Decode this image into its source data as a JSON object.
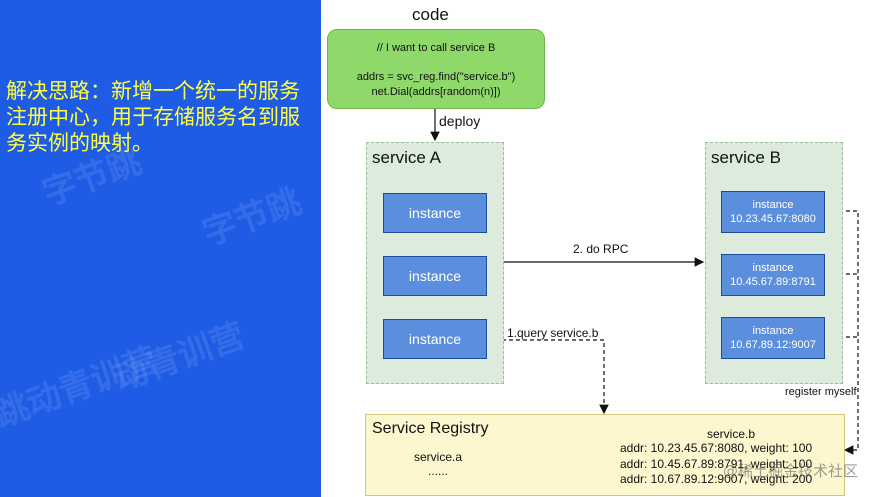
{
  "left_panel": {
    "text": "解决思路：新增一个统一的服务注册中心，用于存储服务名到服务实例的映射。",
    "watermarks": [
      "字节跳",
      "跳动青训营",
      "字节跳",
      "动青训营"
    ]
  },
  "code": {
    "title": "code",
    "comment": "// I want to call service B",
    "line1": "addrs = svc_reg.find(\"service.b\")",
    "line2": "net.Dial(addrs[random(n)])"
  },
  "deploy_label": "deploy",
  "service_a": {
    "title": "service A",
    "instances": [
      "instance",
      "instance",
      "instance"
    ]
  },
  "service_b": {
    "title": "service B",
    "instances": [
      {
        "label": "instance",
        "addr": "10.23.45.67:8080"
      },
      {
        "label": "instance",
        "addr": "10.45.67.89:8791"
      },
      {
        "label": "instance",
        "addr": "10.67.89.12:9007"
      }
    ]
  },
  "arrows": {
    "rpc": "2. do RPC",
    "query": "1.query service.b",
    "register": "register myself"
  },
  "registry": {
    "title": "Service Registry",
    "service_a_entry": "service.a",
    "ellipsis": "......",
    "service_b_name": "service.b",
    "entries": [
      "addr: 10.23.45.67:8080, weight: 100",
      "addr: 10.45.67.89:8791, weight: 100",
      "addr: 10.67.89.12:9007, weight: 200"
    ]
  },
  "footer_watermark": "@稀土掘金技术社区"
}
